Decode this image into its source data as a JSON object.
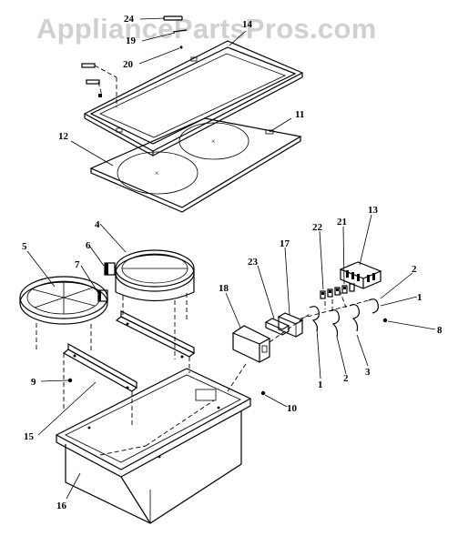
{
  "watermark": "AppliancePartsPros.com",
  "callouts": {
    "c24": "24",
    "c19": "19",
    "c14": "14",
    "c20": "20",
    "c11": "11",
    "c12": "12",
    "c4": "4",
    "c5": "5",
    "c6": "6",
    "c7": "7",
    "c13": "13",
    "c22": "22",
    "c21": "21",
    "c17": "17",
    "c23": "23",
    "c2a": "2",
    "c1a": "1",
    "c18": "18",
    "c8": "8",
    "c9": "9",
    "c10": "10",
    "c15": "15",
    "c16": "16",
    "c1b": "1",
    "c2b": "2",
    "c3": "3"
  }
}
